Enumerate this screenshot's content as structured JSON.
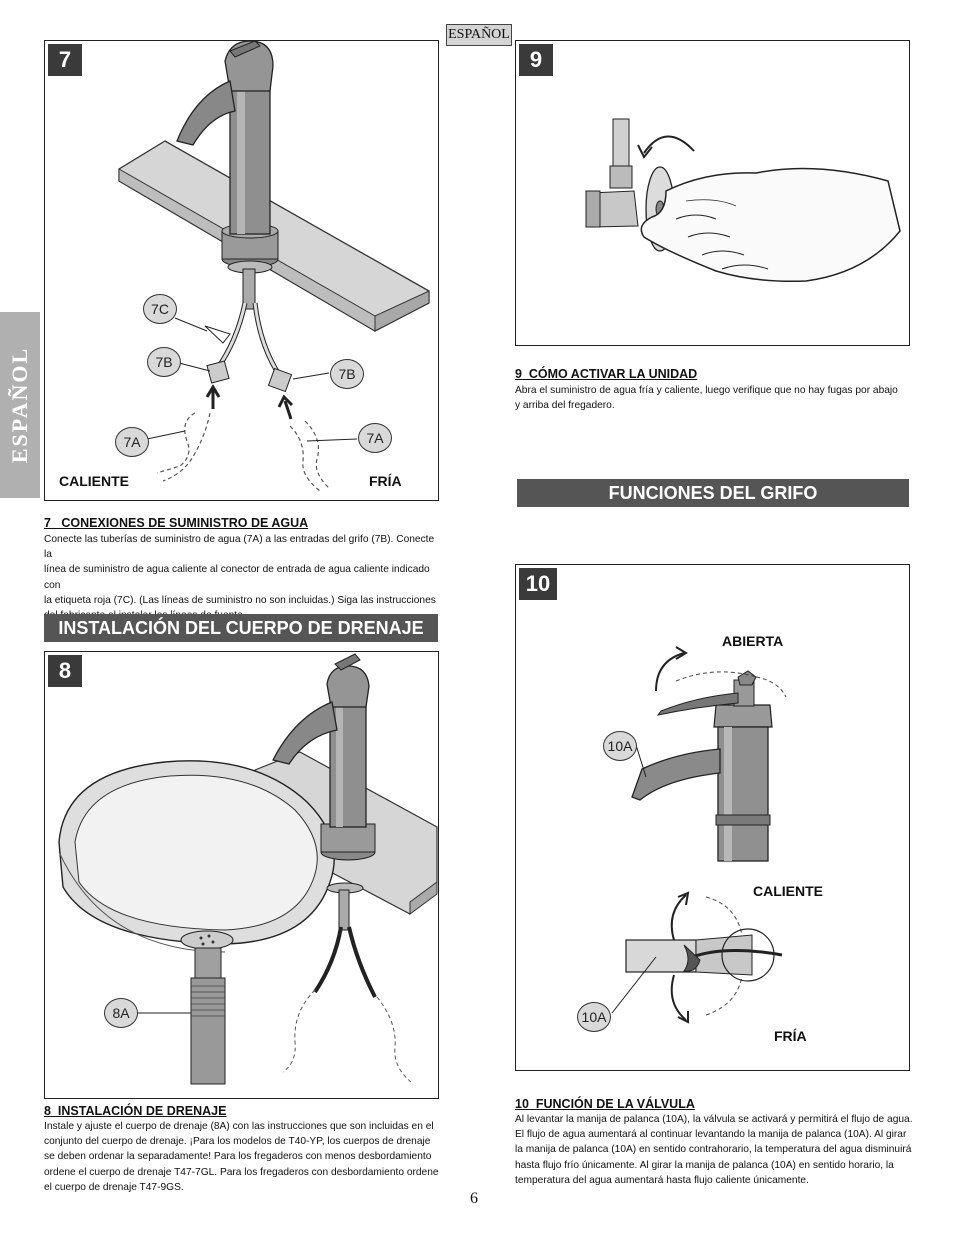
{
  "header": {
    "language_tab": "ESPAÑOL"
  },
  "side_tab": {
    "label": "ESPAÑOL"
  },
  "step7": {
    "number": "7",
    "callouts": {
      "c7C": "7C",
      "b7B_left": "7B",
      "b7B_right": "7B",
      "a7A_left": "7A",
      "a7A_right": "7A"
    },
    "labels": {
      "hot": "CALIENTE",
      "cold": "FRÍA"
    },
    "title": "7   CONEXIONES DE SUMINISTRO DE AGUA",
    "text": [
      "Conecte las tuberías de suministro de agua (7A) a las entradas del grifo (7B). Conecte la",
      "línea de suministro de agua caliente al conector de entrada de agua caliente indicado con",
      "la etiqueta roja (7C). (Las líneas de suministro no son incluidas.)  Siga las instrucciones",
      "del fabricante al instalar las líneas de fuente."
    ]
  },
  "section_drain": {
    "heading": "INSTALACIÓN DEL CUERPO DE DRENAJE"
  },
  "step8": {
    "number": "8",
    "callouts": {
      "c8A": "8A"
    },
    "title": "8  INSTALACIÓN DE DRENAJE",
    "text": [
      "Instale y ajuste el cuerpo de drenaje (8A) con las instrucciones que son incluidas en el",
      "conjunto del cuerpo de drenaje.  ¡Para los modelos de T40-YP, los cuerpos de drenaje",
      "se deben ordenar la separadamente!  Para los fregaderos con menos desbordamiento",
      "ordene el cuerpo de drenaje T47-7GL.  Para los fregaderos con desbordamiento ordene",
      "el cuerpo de drenaje T47-9GS."
    ]
  },
  "step9": {
    "number": "9",
    "title": "9  CÓMO ACTIVAR LA UNIDAD",
    "text": [
      "Abra el suministro de agua fría y caliente, luego verifique que no hay fugas por abajo",
      "y arriba del fregadero."
    ]
  },
  "section_functions": {
    "heading": "FUNCIONES DEL GRIFO"
  },
  "step10": {
    "number": "10",
    "callouts": {
      "c10A_top": "10A",
      "c10A_bottom": "10A"
    },
    "labels": {
      "open": "ABIERTA",
      "hot": "CALIENTE",
      "cold": "FRÍA"
    },
    "title": "10  FUNCIÓN DE LA VÁLVULA",
    "text": [
      "Al levantar la manija de palanca (10A), la válvula se activará y permitirá el flujo de agua.",
      "El flujo de agua aumentará al continuar levantando la manija de palanca (10A). Al girar",
      "la manija de palanca (10A) en sentido contrahorario, la temperatura del agua disminuirá",
      "hasta flujo frío únicamente. Al girar la manija de palanca (10A) en sentido horario, la",
      "temperatura del agua aumentará hasta flujo caliente únicamente."
    ]
  },
  "footer": {
    "page_number": "6"
  }
}
